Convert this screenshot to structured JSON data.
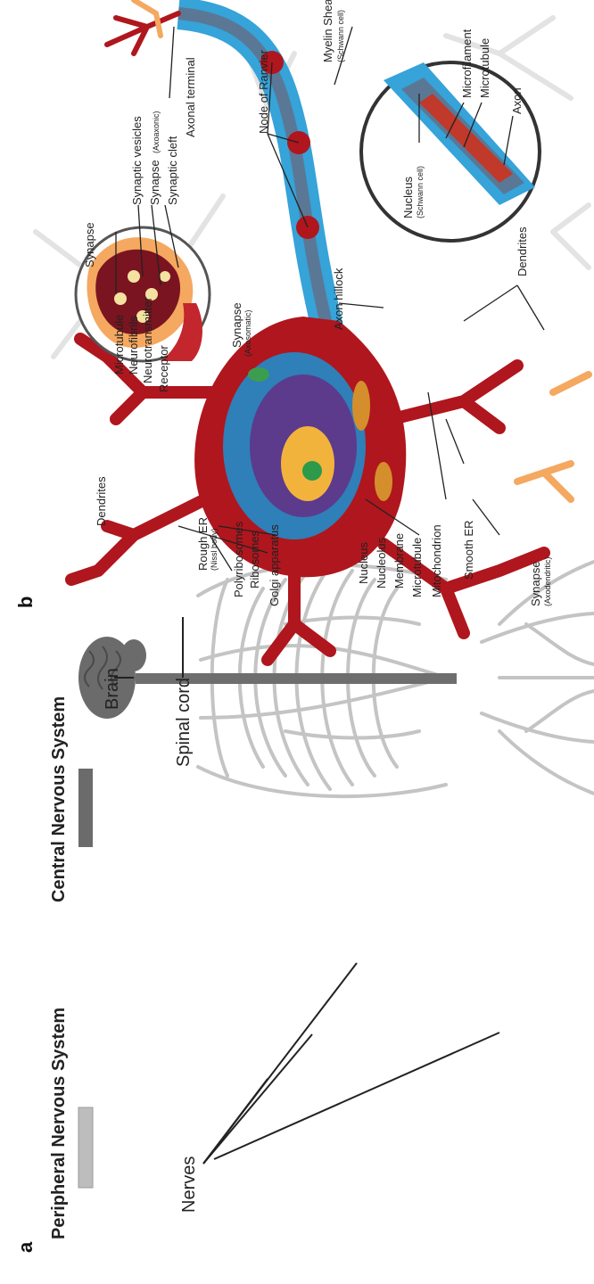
{
  "panel_a": {
    "label": "a",
    "legend": {
      "peripheral": "Peripheral Nervous System",
      "central": "Central Nervous System",
      "peripheral_color": "#bdbdbd",
      "central_color": "#6b6b6b"
    },
    "labels": {
      "brain": "Brain",
      "spinal_cord": "Spinal cord",
      "nerves": "Nerves"
    }
  },
  "panel_b": {
    "label": "b",
    "labels": {
      "myelin_sheath": "Myelin Sheath",
      "myelin_sheath_sub": "(Schwann cell)",
      "node_of_ranvier": "Node of Ranvier",
      "axonal_terminal": "Axonal terminal",
      "synaptic_cleft": "Synaptic cleft",
      "synapse_axoaxonic": "Synapse",
      "synapse_axoaxonic_sub": "(Axoaxonic)",
      "synaptic_vesicles": "Synaptic vesicles",
      "synapse_circle": "Synapse",
      "microtubule_top": "Microtubule",
      "neurofibrils": "Neurofibrils",
      "neurotransmitter": "Neurotransmitter",
      "receptor": "Receptor",
      "synapse_axosomatic": "Synapse",
      "synapse_axosomatic_sub": "(Axosomatic)",
      "dendrites_top": "Dendrites",
      "rough_er": "Rough ER",
      "rough_er_sub": "(Nissl body)",
      "polyribosomes": "Polyribosomes",
      "ribosomes": "Ribosomes",
      "golgi_apparatus": "Golgi apparatus",
      "nucleus": "Nucleus",
      "nucleolus": "Nucleolus",
      "membrane": "Membrane",
      "microtubule_bottom": "Microtubule",
      "mitochondrion": "Mitochondrion",
      "smooth_er": "Smooth ER",
      "synapse_axodendritic": "Synapse",
      "synapse_axodendritic_sub": "(Axodendritic)",
      "axon_hillock": "Axon hillock",
      "dendrites_bottom": "Dendrites",
      "nucleus_schwann": "Nucleus",
      "nucleus_schwann_sub": "(Schwann cell)",
      "microfilament": "Microfilament",
      "microtubule_inset": "Microtubule",
      "axon": "Axon"
    },
    "colors": {
      "neuron": "#b0161d",
      "myelin": "#36a3d9",
      "axon_core": "#5a6f86",
      "terminal": "#f5a860",
      "nucleus_purple": "#5c3a8c"
    }
  }
}
